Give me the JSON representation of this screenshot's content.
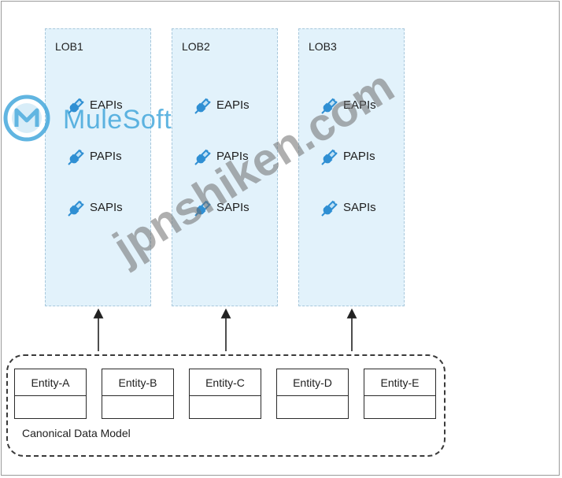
{
  "lobs": [
    {
      "title": "LOB1",
      "apis": [
        "EAPIs",
        "PAPIs",
        "SAPIs"
      ]
    },
    {
      "title": "LOB2",
      "apis": [
        "EAPIs",
        "PAPIs",
        "SAPIs"
      ]
    },
    {
      "title": "LOB3",
      "apis": [
        "EAPIs",
        "PAPIs",
        "SAPIs"
      ]
    }
  ],
  "entities": [
    "Entity-A",
    "Entity-B",
    "Entity-C",
    "Entity-D",
    "Entity-E"
  ],
  "canonical_label": "Canonical Data Model",
  "watermark": {
    "logo_text": "MuleSoft",
    "site_text": "jpnshiken.com"
  },
  "colors": {
    "lob_fill": "#e2f2fb",
    "plug_icon": "#2f8fd3",
    "logo": "#3aa3da"
  }
}
